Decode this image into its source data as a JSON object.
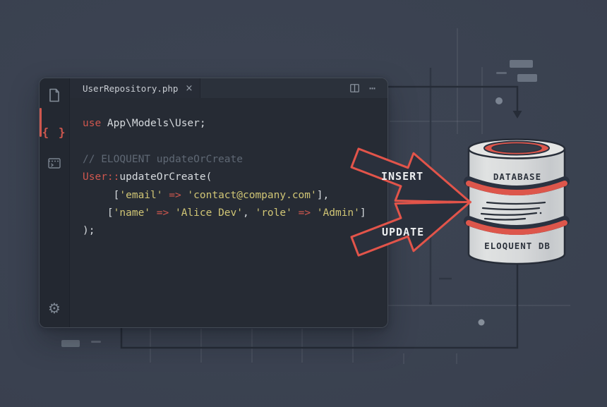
{
  "editor": {
    "tab_title": "UserRepository.php",
    "tab_close": "×",
    "more_label": "⋯",
    "code_lines": [
      {
        "segments": [
          {
            "t": "use",
            "c": "k"
          },
          {
            "t": " App\\Models\\User;",
            "c": "f"
          }
        ]
      },
      {
        "segments": []
      },
      {
        "segments": [
          {
            "t": "// ELOQUENT updateOrCreate",
            "c": "c"
          }
        ]
      },
      {
        "segments": [
          {
            "t": "User::",
            "c": "k"
          },
          {
            "t": "updateOrCreate(",
            "c": "f"
          }
        ]
      },
      {
        "segments": [
          {
            "t": "     [",
            "c": "f"
          },
          {
            "t": "'email'",
            "c": "s"
          },
          {
            "t": " => ",
            "c": "k"
          },
          {
            "t": "'contact@company.com'",
            "c": "s"
          },
          {
            "t": "],",
            "c": "f"
          }
        ]
      },
      {
        "segments": [
          {
            "t": "    [",
            "c": "f"
          },
          {
            "t": "'name'",
            "c": "s"
          },
          {
            "t": " => ",
            "c": "k"
          },
          {
            "t": "'Alice Dev'",
            "c": "s"
          },
          {
            "t": ", ",
            "c": "f"
          },
          {
            "t": "'role'",
            "c": "s"
          },
          {
            "t": " => ",
            "c": "k"
          },
          {
            "t": "'Admin'",
            "c": "s"
          },
          {
            "t": "]",
            "c": "f"
          }
        ]
      },
      {
        "segments": [
          {
            "t": ");",
            "c": "f"
          }
        ]
      }
    ]
  },
  "flow": {
    "insert_label": "INSERT",
    "update_label": "UPDATE"
  },
  "database": {
    "top_label": "DATABASE",
    "bottom_label": "ELOQUENT DB"
  },
  "colors": {
    "background": "#3a4150",
    "editor_bg": "#262b34",
    "tabbar_bg": "#2b313b",
    "keyword_red": "#cf574e",
    "string_yellow": "#d0c575",
    "comment_gray": "#5f6874",
    "code_fg": "#d6dade",
    "arrow_outline_red": "#e2544a",
    "arrow_fill": "#2a303c",
    "cylinder_gray": "#d7d9da",
    "cylinder_ring_red": "#dd564b",
    "label_dark": "#2d333d"
  }
}
